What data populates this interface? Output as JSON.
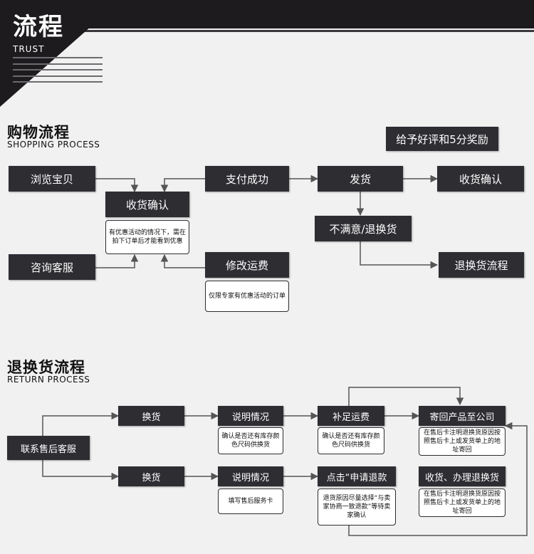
{
  "header": {
    "title": "流程",
    "subtitle": "TRUST"
  },
  "shopping": {
    "title": "购物流程",
    "subtitle": "SHOPPING PROCESS",
    "browse": "浏览宝贝",
    "consult": "咨询客服",
    "confirm_receipt": "收货确认",
    "confirm_note": "有优惠活动的情况下，需在拍下订单后才能看到优惠",
    "pay_success": "支付成功",
    "modify_shipping": "修改运费",
    "modify_note": "仅限专家有优惠活动的订单",
    "ship": "发货",
    "receive_confirm": "收货确认",
    "reward": "给予好评和5分奖励",
    "unsatisfied": "不满意/退换货",
    "return_flow": "退换货流程"
  },
  "returns": {
    "title": "退换货流程",
    "subtitle": "RETURN PROCESS",
    "contact": "联系售后客服",
    "exchange1": "换货",
    "explain1": "说明情况",
    "explain1_note": "确认是否还有库存颜色尺码供换货",
    "supplement": "补足运费",
    "supplement_note": "确认是否还有库存颜色尺码供换货",
    "send_back": "寄回产品至公司",
    "send_back_note": "在售后卡注明退换货原因按照售后卡上或发货单上的地址寄回",
    "exchange2": "换货",
    "explain2": "说明情况",
    "explain2_note": "填写售后服务卡",
    "apply_refund": "点击“申请退款",
    "apply_note": "退货原因尽量选择“与卖家协商一致退款”等待卖家确认",
    "receive_refund": "收货、办理退换货",
    "receive_note": "在售后卡注明退换货原因按照售后卡上或发货单上的地址寄回"
  }
}
